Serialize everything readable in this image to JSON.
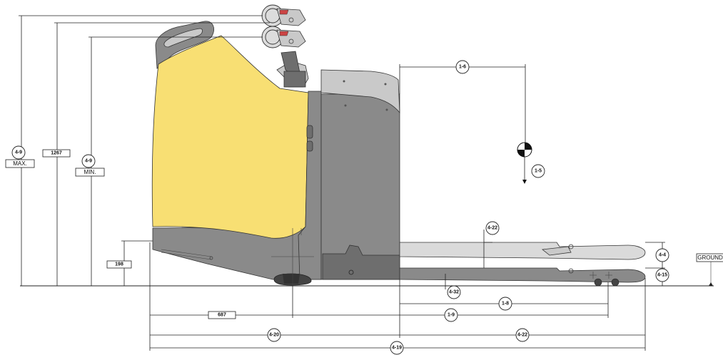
{
  "labels": {
    "l_1_6": "1-6",
    "l_1_5": "1-5",
    "l_4_9_max": "4-9",
    "l_max": "MAX.",
    "l_1267": "1267",
    "l_4_9_min": "4-9",
    "l_min": "MIN.",
    "l_4_22_top": "4-22",
    "l_198": "198",
    "l_4_4": "4-4",
    "l_4_15": "4-15",
    "l_ground": "GROUND",
    "l_4_32": "4-32",
    "l_1_8": "1-8",
    "l_687": "687",
    "l_1_9": "1-9",
    "l_4_20": "4-20",
    "l_4_22_bottom": "4-22",
    "l_4_19": "4-19"
  },
  "colors": {
    "body": "#8a8a8a",
    "accent_yellow": "#f8df73",
    "fork": "#dadada",
    "hood": "#c9c9c9"
  }
}
